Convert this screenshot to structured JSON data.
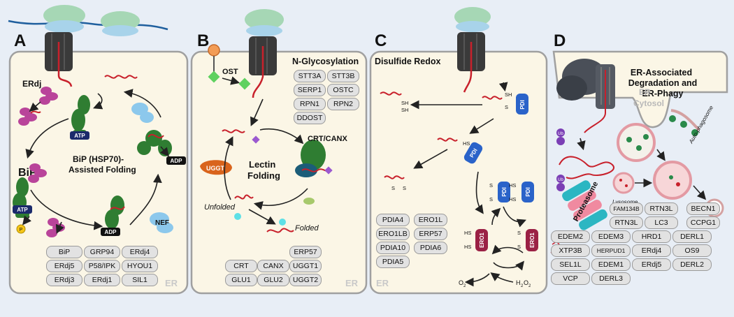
{
  "panels": {
    "a": {
      "letter": "A",
      "erdj_label": "ERdj",
      "bip_label": "BiP",
      "title_line1": "BiP (HSP70)-",
      "title_line2": "Assisted Folding",
      "atp1": "ATP",
      "atp2": "ATP",
      "adp1": "ADP",
      "adp2": "ADP",
      "nef": "NEF",
      "p": "P",
      "er": "ER",
      "pills": [
        "BiP",
        "GRP94",
        "ERdj4",
        "ERdj5",
        "P58/IPK",
        "HYOU1",
        "ERdj3",
        "ERdj1",
        "SIL1"
      ]
    },
    "b": {
      "letter": "B",
      "ost": "OST",
      "title": "N-Glycosylation",
      "crt_canx": "CRT/CANX",
      "uggt": "UGGT",
      "lectin_line1": "Lectin",
      "lectin_line2": "Folding",
      "unfolded": "Unfolded",
      "folded": "Folded",
      "er": "ER",
      "glyco_pills": [
        "STT3A",
        "STT3B",
        "SERP1",
        "OSTC",
        "RPN1",
        "RPN2",
        "DDOST"
      ],
      "pills": [
        "ERP57",
        "CRT",
        "CANX",
        "UGGT1",
        "GLU1",
        "GLU2",
        "UGGT2"
      ]
    },
    "c": {
      "letter": "C",
      "title": "Disulfide Redox",
      "pdi": "PDI",
      "ero1": "ERO1",
      "sh": "SH",
      "hs": "HS",
      "s": "S",
      "o2": "O",
      "o2_sub": "2",
      "h2o2_main": "H",
      "h2o2_sub1": "2",
      "h2o2_mid": "O",
      "h2o2_sub2": "2",
      "er": "ER",
      "pills": [
        "PDIA4",
        "ERO1L",
        "ERO1LB",
        "ERP57",
        "PDIA10",
        "PDIA6",
        "PDIA5"
      ]
    },
    "d": {
      "letter": "D",
      "title_line1": "ER-Associated",
      "title_line2": "Degradation and",
      "title_line3": "ER-Phagy",
      "er": "ER",
      "cytosol": "Cytosol",
      "ub": "Ub",
      "proteasome": "Proteasome",
      "lysosome": "Lysosome",
      "autophagosome": "Auto-phagosome",
      "phagy_pills": [
        "FAM134B",
        "RTN3L",
        "RTN3L",
        "LC3",
        "BECN1",
        "CCPG1"
      ],
      "pills": [
        "EDEM2",
        "EDEM3",
        "HRD1",
        "DERL1",
        "XTP3B",
        "HERPUD1",
        "ERdj4",
        "OS9",
        "SEL1L",
        "EDEM1",
        "ERdj5",
        "DERL2",
        "VCP",
        "DERL3"
      ]
    }
  },
  "colors": {
    "panel_fill": "#fbf6e6",
    "panel_border": "#a0a0a0",
    "background": "#e8eef6",
    "ribosome_dark": "#3a3a3a",
    "ribosome_green": "#a6d7b5",
    "ribosome_blue": "#a8d3ea",
    "mrna": "#1f5f9e",
    "peptide": "#c8202b",
    "bip_green": "#2f7d32",
    "erdj_magenta": "#b9449a",
    "nef_blue": "#8cc8ec",
    "pdi_blue": "#2a63c9",
    "ero1_maroon": "#9b2145",
    "uggt_orange": "#d9641c",
    "glycan_green": "#5fd15f",
    "glycan_purple": "#9b59d0",
    "ub_purple": "#7b3fb5",
    "p_yellow": "#f5c518"
  }
}
